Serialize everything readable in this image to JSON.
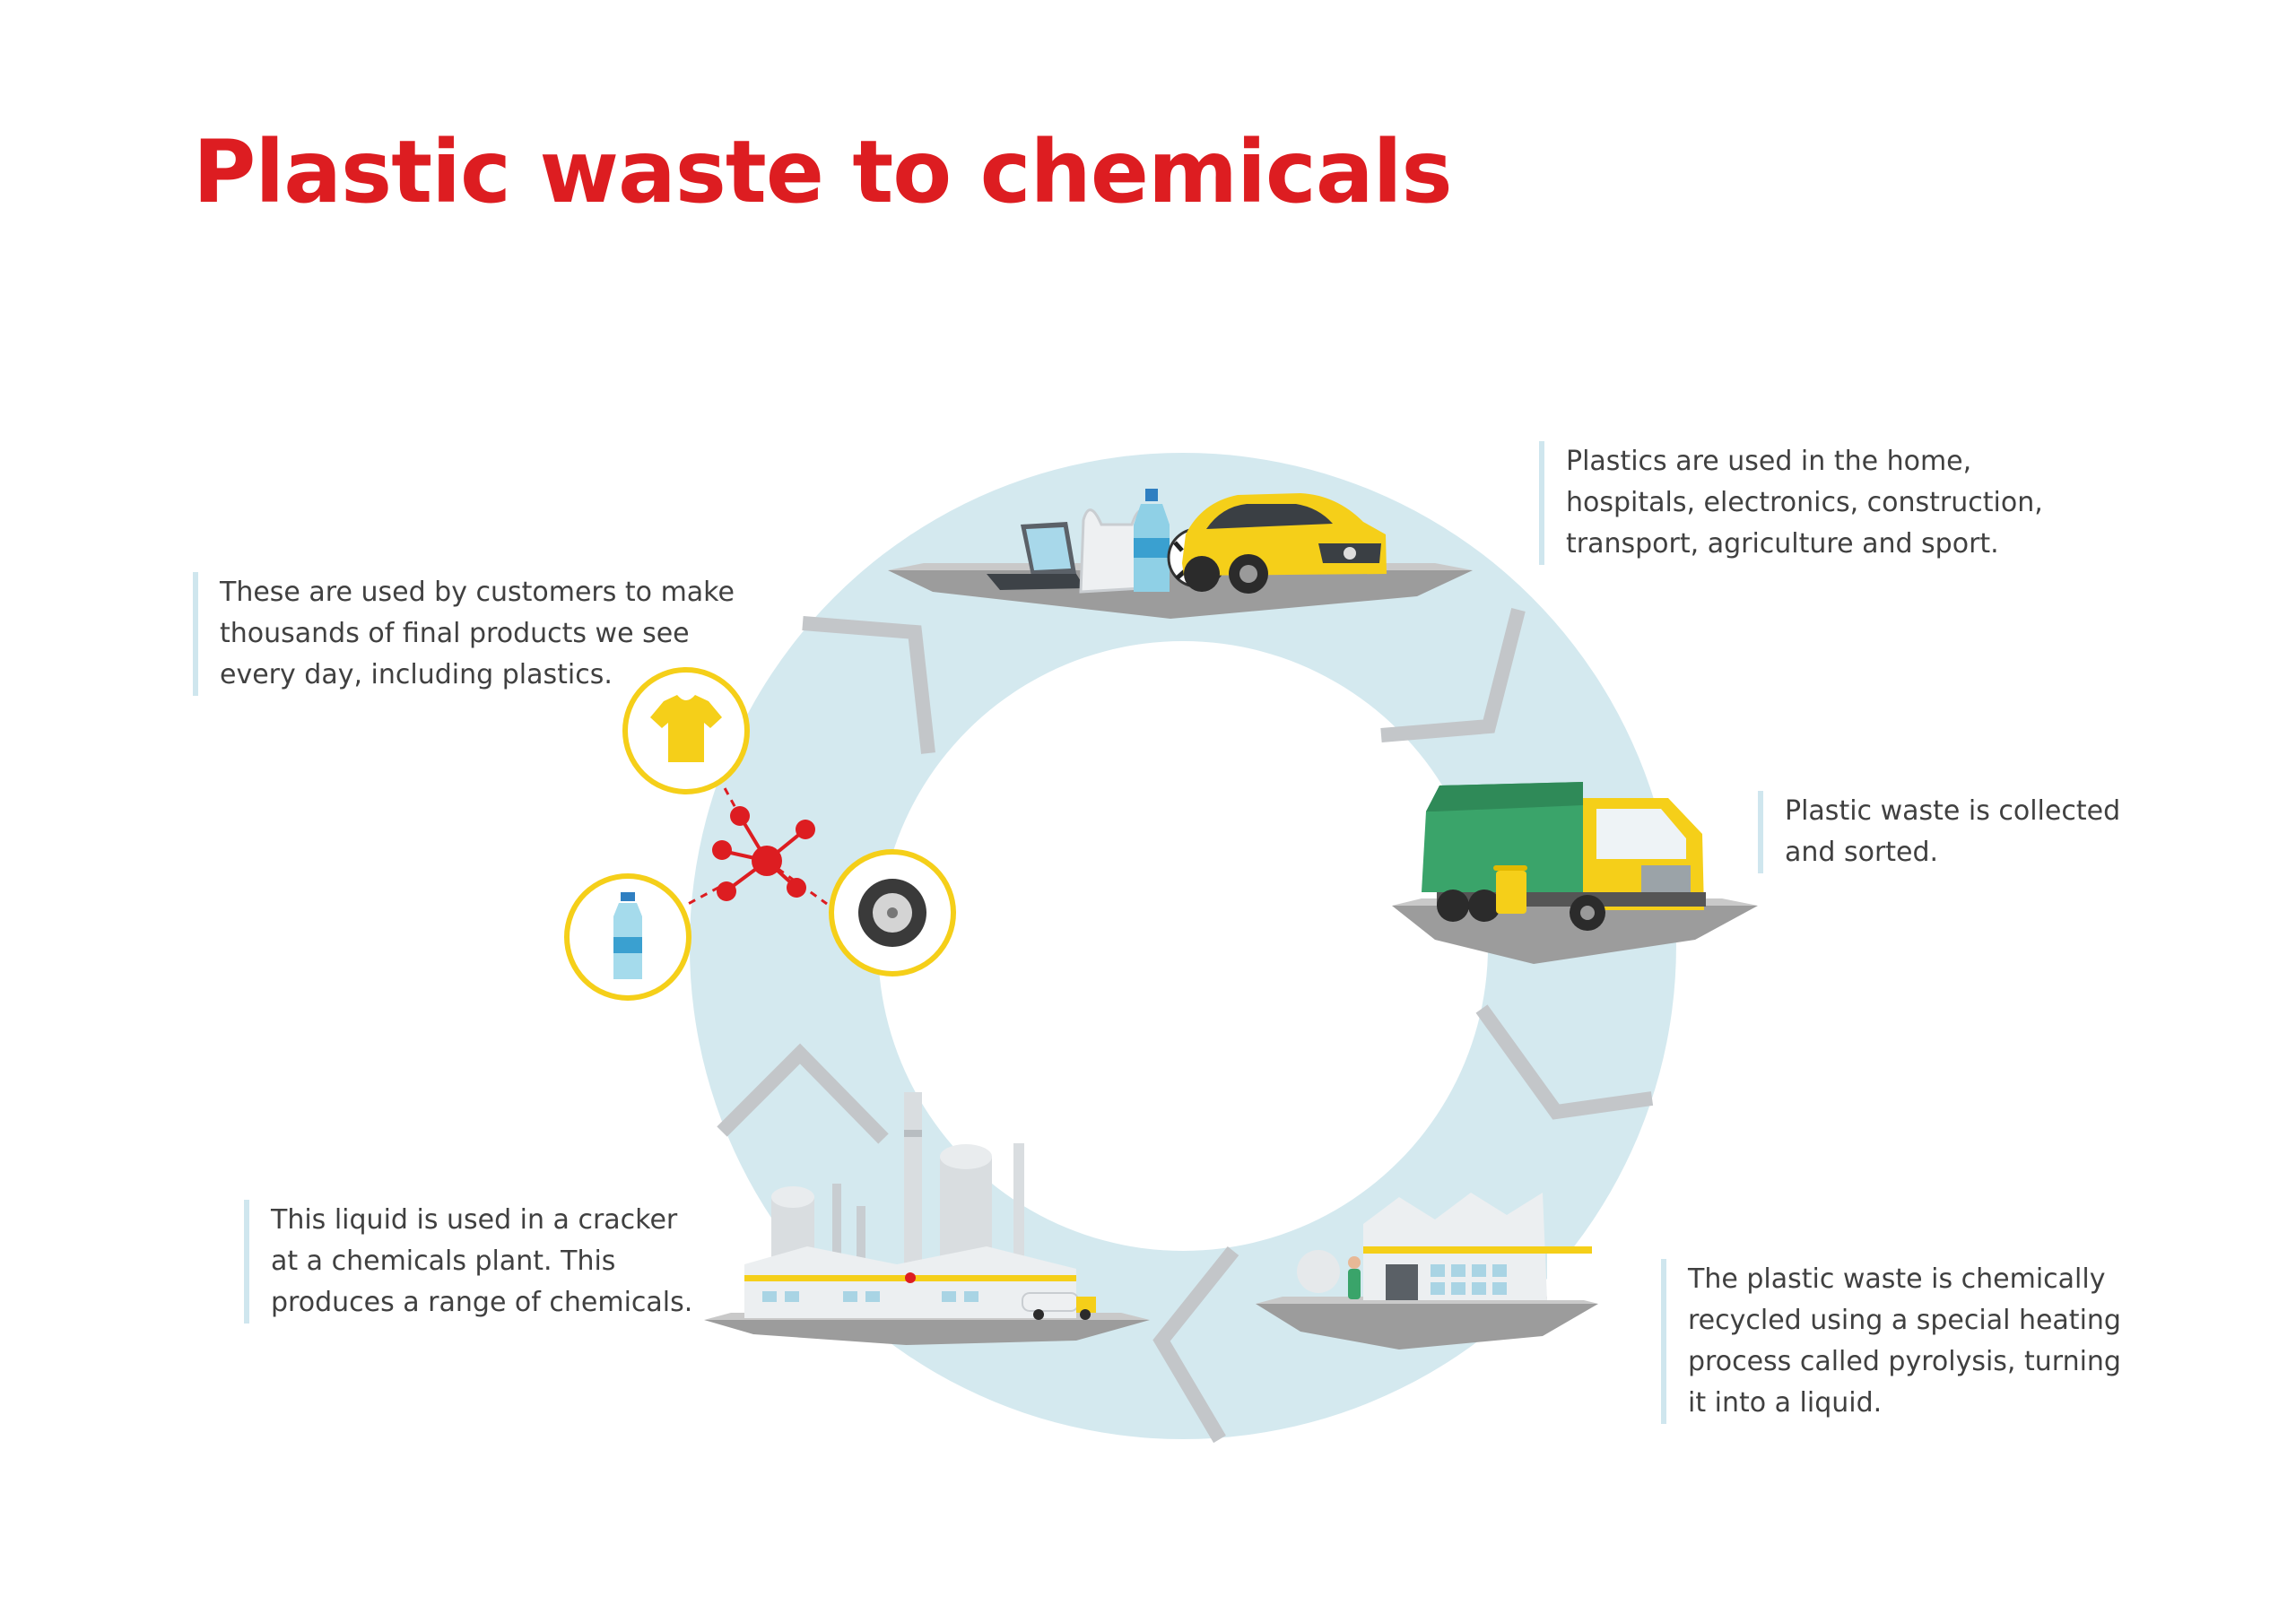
{
  "title": "Plastic waste to chemicals",
  "steps": [
    {
      "id": "use",
      "text": "Plastics are used in the home,\nhospitals, electronics, construction,\ntransport, agriculture and sport."
    },
    {
      "id": "collect",
      "text": "Plastic waste is collected\nand sorted."
    },
    {
      "id": "pyrolysis",
      "text": "The plastic waste is chemically\nrecycled using a special heating\nprocess called pyrolysis, turning\nit into a liquid."
    },
    {
      "id": "cracker",
      "text": "This liquid is used in a cracker\nat a chemicals plant. This\nproduces a range of chemicals."
    },
    {
      "id": "products",
      "text": "These are used by customers to make\nthousands of final products we see\nevery day, including plastics."
    }
  ],
  "colors": {
    "title": "#dd1d21",
    "ring": "#d4e9ef",
    "arrow": "#c3c6c9",
    "accent_yellow": "#f5cf19",
    "molecule_red": "#dd1d21",
    "truck_green": "#3aa46a"
  },
  "icons": [
    "laptop-icon",
    "bag-icon",
    "bottle-icon",
    "football-icon",
    "car-icon",
    "garbage-truck-icon",
    "waste-bin-icon",
    "pyrolysis-plant-icon",
    "worker-icon",
    "chemical-plant-icon",
    "tanker-truck-icon",
    "tshirt-icon",
    "tire-icon",
    "molecule-icon"
  ]
}
